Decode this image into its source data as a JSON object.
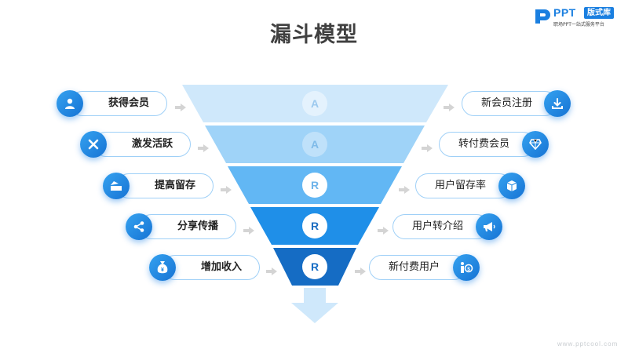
{
  "title": "漏斗模型",
  "logo": {
    "brand": "PPT",
    "badge": "版式库",
    "tagline": "职场PPT一站式服务平台"
  },
  "watermark": "www.pptcool.com",
  "funnel": {
    "stages": [
      {
        "letter": "A",
        "color": "#cfe8fb",
        "letter_bg": "#e4f2fd",
        "letter_color": "#9cc9ee"
      },
      {
        "letter": "A",
        "color": "#9fd3f8",
        "letter_bg": "#bfe1fa",
        "letter_color": "#7fbbe9"
      },
      {
        "letter": "R",
        "color": "#62b7f4",
        "letter_bg": "#ffffff",
        "letter_color": "#6fb4ea"
      },
      {
        "letter": "R",
        "color": "#1f8fe8",
        "letter_bg": "#ffffff",
        "letter_color": "#1b6cc0"
      },
      {
        "letter": "R",
        "color": "#156cc4",
        "letter_bg": "#ffffff",
        "letter_color": "#156cc4"
      }
    ],
    "arrow_color": "#cfe8fb"
  },
  "left_items": [
    {
      "label": "获得会员",
      "icon": "person-icon"
    },
    {
      "label": "激发活跃",
      "icon": "cross-tools-icon"
    },
    {
      "label": "提高留存",
      "icon": "box-icon"
    },
    {
      "label": "分享传播",
      "icon": "share-icon"
    },
    {
      "label": "增加收入",
      "icon": "money-bag-icon"
    }
  ],
  "right_items": [
    {
      "label": "新会员注册",
      "icon": "download-icon"
    },
    {
      "label": "转付费会员",
      "icon": "diamond-icon"
    },
    {
      "label": "用户留存率",
      "icon": "package-icon"
    },
    {
      "label": "用户转介绍",
      "icon": "megaphone-icon"
    },
    {
      "label": "新付费用户",
      "icon": "payer-icon"
    }
  ]
}
